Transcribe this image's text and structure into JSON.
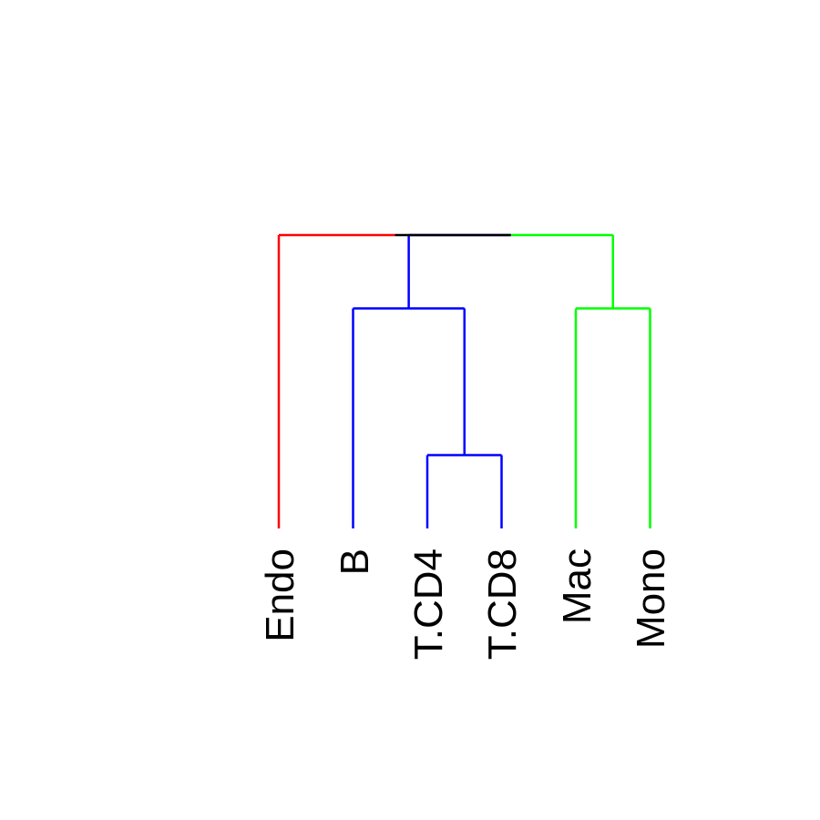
{
  "dendrogram": {
    "leaves": [
      {
        "label": "Endo",
        "cluster": "red"
      },
      {
        "label": "B",
        "cluster": "blue"
      },
      {
        "label": "T.CD4",
        "cluster": "blue"
      },
      {
        "label": "T.CD8",
        "cluster": "blue"
      },
      {
        "label": "Mac",
        "cluster": "green"
      },
      {
        "label": "Mono",
        "cluster": "green"
      }
    ],
    "merges": [
      {
        "id": "n1",
        "children": [
          "T.CD4",
          "T.CD8"
        ],
        "height": 0.25
      },
      {
        "id": "n2",
        "children": [
          "B",
          "n1"
        ],
        "height": 0.75
      },
      {
        "id": "n3",
        "children": [
          "Mac",
          "Mono"
        ],
        "height": 0.75
      },
      {
        "id": "n4",
        "children": [
          "n2",
          "n3"
        ],
        "height": 1.0
      },
      {
        "id": "root",
        "children": [
          "Endo",
          "n4"
        ],
        "height": 1.0
      }
    ],
    "colors": {
      "red": "#FF0000",
      "blue": "#0000FF",
      "green": "#00FF00",
      "root": "#000000"
    }
  }
}
